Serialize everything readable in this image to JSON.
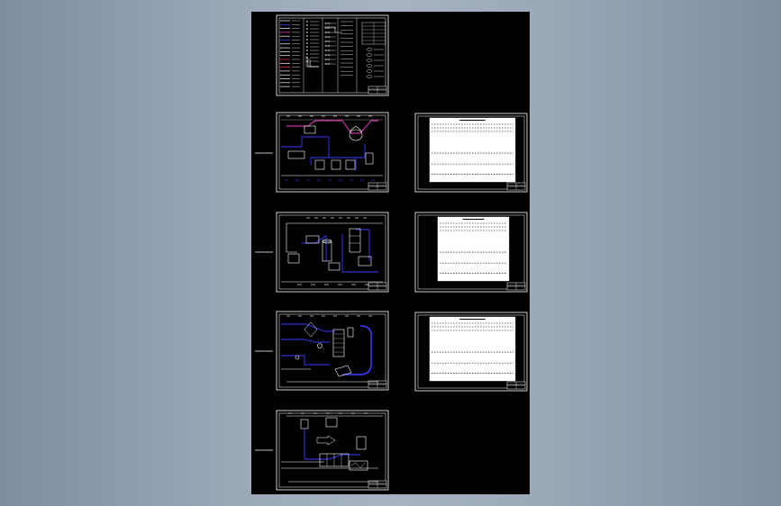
{
  "canvas": {
    "background": "#000000",
    "viewport_gradient": [
      "#7f8d9e",
      "#a7b3c2"
    ]
  },
  "colors": {
    "line": "#ffffff",
    "process_pipe": "#3b3bff",
    "hot_pipe": "#ff3bd8",
    "accent_red": "#ff3030"
  },
  "sheets": [
    {
      "id": "legend",
      "kind": "legend-sheet"
    },
    {
      "id": "pid-1",
      "kind": "process-flow"
    },
    {
      "id": "pid-2",
      "kind": "process-flow"
    },
    {
      "id": "pid-3",
      "kind": "process-flow"
    },
    {
      "id": "pid-4",
      "kind": "process-flow"
    },
    {
      "id": "table-1",
      "kind": "equipment-table"
    },
    {
      "id": "table-2",
      "kind": "equipment-table"
    },
    {
      "id": "table-3",
      "kind": "equipment-table"
    }
  ]
}
